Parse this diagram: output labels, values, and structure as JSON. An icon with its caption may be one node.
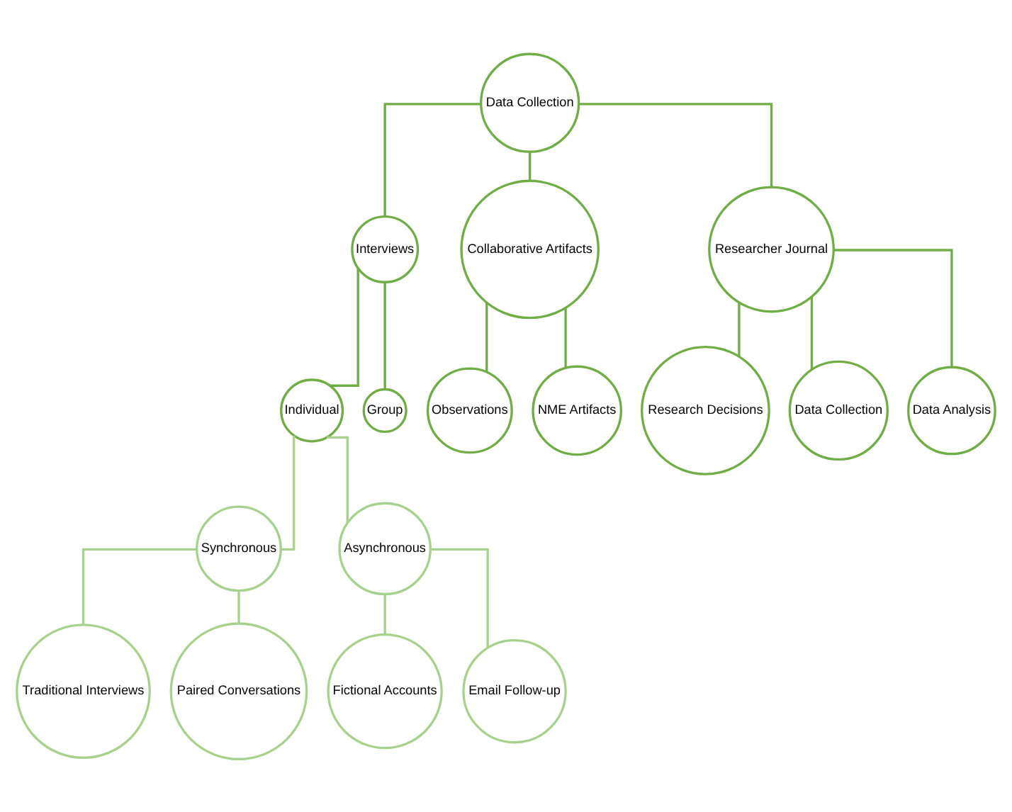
{
  "diagram": {
    "nodes": [
      {
        "text": [
          "Data Collection"
        ]
      },
      {
        "text": [
          "Interviews"
        ]
      },
      {
        "text": [
          "Collaborative Artifacts"
        ]
      },
      {
        "text": [
          "Researcher Journal"
        ]
      },
      {
        "text": [
          "Individual"
        ]
      },
      {
        "text": [
          "Group"
        ]
      },
      {
        "text": [
          "Observations"
        ]
      },
      {
        "text": [
          "NME Artifacts"
        ]
      },
      {
        "text": [
          "Research Decisions"
        ]
      },
      {
        "text": [
          "Data Collection"
        ]
      },
      {
        "text": [
          "Data Analysis"
        ]
      },
      {
        "text": [
          "Synchronous"
        ]
      },
      {
        "text": [
          "Asynchronous"
        ]
      },
      {
        "text": [
          "Traditional Interviews"
        ]
      },
      {
        "text": [
          "Paired Conversations"
        ]
      },
      {
        "text": [
          "Fictional Accounts"
        ]
      },
      {
        "text": [
          "Email Follow-up"
        ]
      }
    ],
    "edges": [
      {
        "from": 0,
        "to": 1,
        "arrow": "none"
      },
      {
        "from": 0,
        "to": 2,
        "arrow": "none"
      },
      {
        "from": 0,
        "to": 3,
        "arrow": "none"
      },
      {
        "from": 1,
        "to": 4,
        "arrow": "none"
      },
      {
        "from": 1,
        "to": 5,
        "arrow": "none"
      },
      {
        "from": 2,
        "to": 6,
        "arrow": "none"
      },
      {
        "from": 2,
        "to": 7,
        "arrow": "none"
      },
      {
        "from": 3,
        "to": 8,
        "arrow": "none"
      },
      {
        "from": 3,
        "to": 9,
        "arrow": "none"
      },
      {
        "from": 3,
        "to": 10,
        "arrow": "none"
      },
      {
        "from": 4,
        "to": 11,
        "arrow": "none",
        "color": "#a9d18e"
      },
      {
        "from": 4,
        "to": 12,
        "arrow": "none",
        "color": "#a9d18e"
      },
      {
        "from": 11,
        "to": 13,
        "arrow": "none",
        "color": "#a9d18e"
      },
      {
        "from": 11,
        "to": 14,
        "arrow": "none",
        "color": "#a9d18e"
      },
      {
        "from": 12,
        "to": 15,
        "arrow": "none",
        "color": "#a9d18e"
      },
      {
        "from": 12,
        "to": 16,
        "arrow": "none",
        "color": "#a9d18e"
      }
    ]
  }
}
